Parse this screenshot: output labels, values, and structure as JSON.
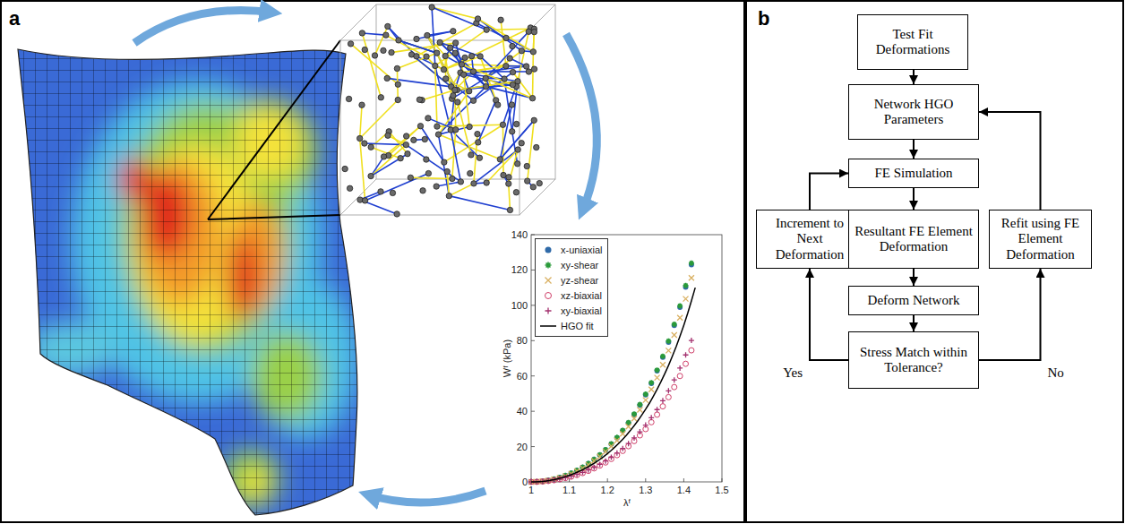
{
  "diagram": {
    "nodes": [
      {
        "text": [
          "Test Fit Deformations"
        ]
      },
      {
        "text": [
          "Network HGO Parameters"
        ]
      },
      {
        "text": [
          "FE Simulation"
        ]
      },
      {
        "text": [
          "Increment to Next Deformation"
        ]
      },
      {
        "text": [
          "Resultant FE Element Deformation"
        ]
      },
      {
        "text": [
          "Refit using FE Element Deformation"
        ]
      },
      {
        "text": [
          "Deform Network"
        ]
      },
      {
        "text": [
          "Stress Match within Tolerance?"
        ]
      }
    ],
    "edges": [
      {
        "from": 0,
        "to": 1,
        "arrow": "to"
      },
      {
        "from": 1,
        "to": 2,
        "arrow": "to"
      },
      {
        "from": 2,
        "to": 4,
        "arrow": "to"
      },
      {
        "from": 4,
        "to": 6,
        "arrow": "to"
      },
      {
        "from": 6,
        "to": 7,
        "arrow": "to"
      },
      {
        "from": 7,
        "to": 3,
        "label": "Yes",
        "arrow": "to"
      },
      {
        "from": 3,
        "to": 2,
        "arrow": "to"
      },
      {
        "from": 7,
        "to": 5,
        "label": "No",
        "arrow": "to"
      },
      {
        "from": 5,
        "to": 1,
        "arrow": "to"
      }
    ],
    "labels": [
      "a",
      "b",
      "0",
      "20",
      "40",
      "60",
      "80",
      "100",
      "120",
      "140",
      "1",
      "1.1",
      "1.2",
      "1.3",
      "1.4",
      "1.5",
      "Wᶠ (kPa)",
      "λᶠ"
    ],
    "legend": [
      {
        "text": "x-uniaxial"
      },
      {
        "text": "xy-shear"
      },
      {
        "text": "yz-shear"
      },
      {
        "text": "xz-biaxial"
      },
      {
        "text": "xy-biaxial"
      },
      {
        "text": "HGO fit"
      }
    ]
  }
}
